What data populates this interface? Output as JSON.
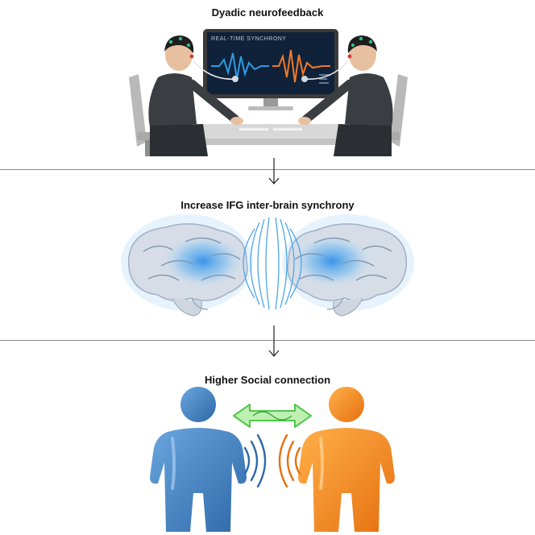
{
  "panels": [
    {
      "title": "Dyadic neurofeedback",
      "screen_label": "REAL-TIME SYNCHRONY"
    },
    {
      "title": "Increase IFG inter-brain synchrony"
    },
    {
      "title": "Higher Social connection"
    }
  ],
  "colors": {
    "wave_left": "#2f9be3",
    "wave_right": "#f07a28",
    "brain_glow": "#3aa2f0",
    "person_left": "#3f7ec1",
    "person_right": "#f08a1f",
    "connect_arrow": "#66d063"
  },
  "icons": [
    "dyad-eeg-scene",
    "brain-left-icon",
    "brain-right-icon",
    "field-lines-icon",
    "person-left-icon",
    "person-right-icon",
    "double-arrow-icon",
    "sound-wave-icon"
  ]
}
